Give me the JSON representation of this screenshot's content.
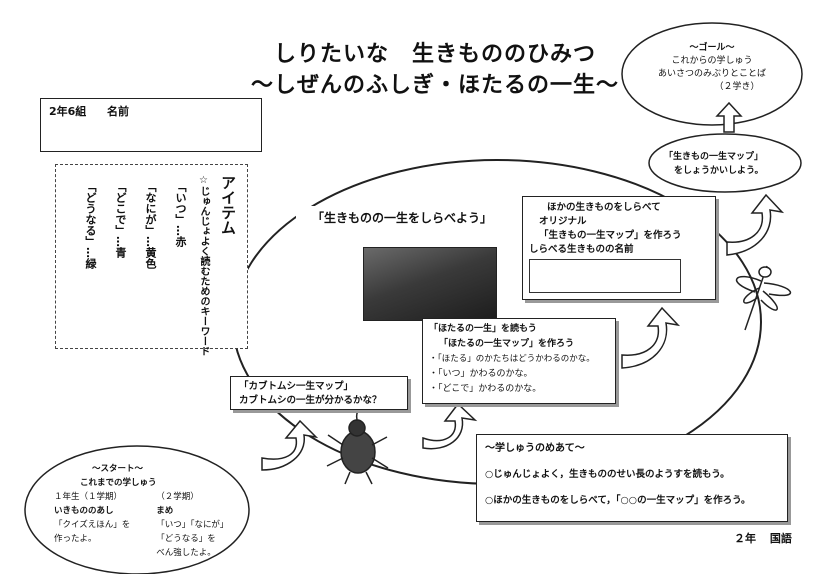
{
  "title": {
    "line1": "しりたいな　生きもののひみつ",
    "line2": "～しぜんのふしぎ・ほたるの一生～"
  },
  "class_box": {
    "class": "2年6組",
    "name_label": "名前"
  },
  "item_box": {
    "heading": "アイテム",
    "keyword_title": "☆じゅんじょよく読むためのキーワード",
    "keywords": [
      "「いつ」…赤",
      "「なにが」…黄色",
      "「どこで」…青",
      "「どうなる」…緑"
    ]
  },
  "goal": {
    "heading": "～ゴール～",
    "line1": "これからの学しゅう",
    "line2": "あいさつのみぶりとことば",
    "term": "（２学き）"
  },
  "intro_box": {
    "line1": "「生きもの一生マップ」",
    "line2": "をしょうかいしよう。"
  },
  "center_caption": "「生きものの一生をしらべよう」",
  "research_box": {
    "line1": "ほかの生きものをしらべて",
    "line2": "オリジナル",
    "line3": "「生きもの一生マップ」を作ろう",
    "line4": "しらべる生きものの名前"
  },
  "firefly_box": {
    "line1": "「ほたるの一生」を読もう",
    "line2": "「ほたるの一生マップ」を作ろう",
    "line3": "・「ほたる」のかたちはどうかわるのかな。",
    "line4": "・「いつ」かわるのかな。",
    "line5": "・「どこで」かわるのかな。"
  },
  "beetle_box": {
    "line1": "「カブトムシ一生マップ」",
    "line2": "カブトムシの一生が分かるかな？"
  },
  "start": {
    "heading": "～スタート～",
    "sub": "これまでの学しゅう",
    "col1_head": "１年生（１学期）",
    "col1_title": "いきもののあし",
    "col1_body1": "「クイズえほん」を",
    "col1_body2": "作ったよ。",
    "col2_head": "（２学期）",
    "col2_title": "まめ",
    "col2_body1": "「いつ」「なにが」",
    "col2_body2": "「どうなる」を",
    "col2_body3": "べん強したよ。"
  },
  "goals_box": {
    "heading": "～学しゅうのめあて～",
    "item1": "○じゅんじょよく，生きもののせい長のようすを読もう。",
    "item2": "○ほかの生きものをしらべて，「○○の一生マップ」を作ろう。"
  },
  "footer": {
    "grade": "２年",
    "subject": "国語"
  },
  "icons": [
    "dragonfly-icon",
    "beetle-icon",
    "firefly-photo",
    "curved-arrow-icon",
    "up-arrow-icon"
  ]
}
